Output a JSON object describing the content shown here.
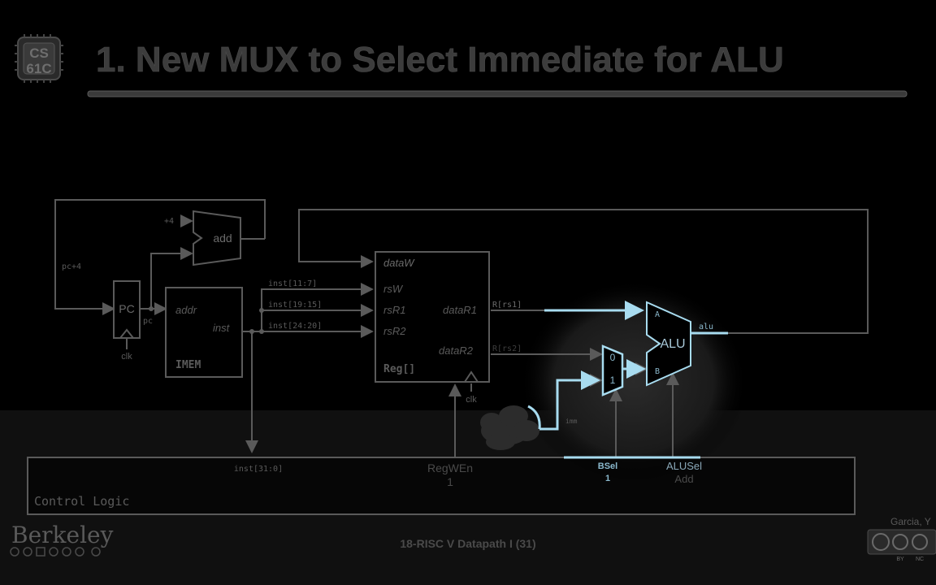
{
  "slide": {
    "logo_line1": "CS",
    "logo_line2": "61C",
    "title": "1. New MUX to Select Immediate for ALU",
    "footer_center": "18-RISC V Datapath I (31)",
    "footer_right": "Garcia, Y",
    "footer_left": "Berkeley",
    "license_labels": [
      "BY",
      "NC"
    ]
  },
  "diagram": {
    "pc": "PC",
    "pc_plus4": "pc+4",
    "pc_out": "pc",
    "plus4": "+4",
    "add": "add",
    "clk_pc": "clk",
    "imem_addr": "addr",
    "imem_inst": "inst",
    "imem_name": "IMEM",
    "inst_rd": "inst[11:7]",
    "inst_rs1": "inst[19:15]",
    "inst_rs2": "inst[24:20]",
    "reg_dataw": "dataW",
    "reg_rsw": "rsW",
    "reg_rsr1": "rsR1",
    "reg_rsr2": "rsR2",
    "reg_datar1": "dataR1",
    "reg_datar2": "dataR2",
    "reg_name": "Reg[]",
    "clk_reg": "clk",
    "r_rs1": "R[rs1]",
    "r_rs2": "R[rs2]",
    "mux_0": "0",
    "mux_1": "1",
    "imm": "imm",
    "alu_a": "A",
    "alu_b": "B",
    "alu": "ALU",
    "alu_out": "alu",
    "control_logic": "Control Logic",
    "inst_full": "inst[31:0]",
    "regwen": "RegWEn",
    "regwen_val": "1",
    "bsel": "BSel",
    "bsel_val": "1",
    "alusel": "ALUSel",
    "alusel_val": "Add"
  }
}
